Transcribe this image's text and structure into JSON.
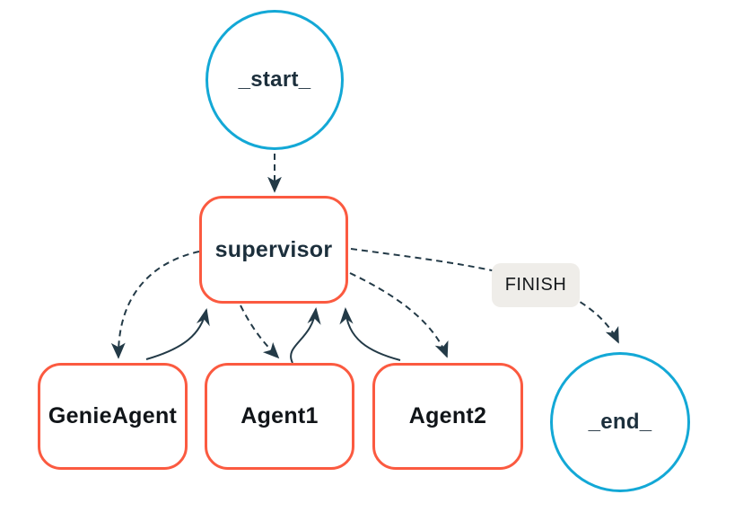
{
  "diagram": {
    "type": "agent-workflow-graph",
    "colors": {
      "background": "#ffffff",
      "circle_node_border": "#13A8D6",
      "rect_node_border": "#FB5A40",
      "edge_stroke": "#233A47",
      "edge_label_background": "#EFEDE9",
      "node_text_dark_navy": "#1C2F3C",
      "agent_text_black": "#101418"
    },
    "nodes": [
      {
        "id": "start",
        "label": "_start_",
        "shape": "circle"
      },
      {
        "id": "supervisor",
        "label": "supervisor",
        "shape": "rounded-rect"
      },
      {
        "id": "genie_agent",
        "label": "GenieAgent",
        "shape": "rounded-rect"
      },
      {
        "id": "agent1",
        "label": "Agent1",
        "shape": "rounded-rect"
      },
      {
        "id": "agent2",
        "label": "Agent2",
        "shape": "rounded-rect"
      },
      {
        "id": "end",
        "label": "_end_",
        "shape": "circle"
      }
    ],
    "edges": [
      {
        "from": "_start_",
        "to": "supervisor",
        "style": "dashed"
      },
      {
        "from": "supervisor",
        "to": "GenieAgent",
        "style": "dashed"
      },
      {
        "from": "GenieAgent",
        "to": "supervisor",
        "style": "solid"
      },
      {
        "from": "supervisor",
        "to": "Agent1",
        "style": "dashed"
      },
      {
        "from": "Agent1",
        "to": "supervisor",
        "style": "solid"
      },
      {
        "from": "supervisor",
        "to": "Agent2",
        "style": "dashed"
      },
      {
        "from": "Agent2",
        "to": "supervisor",
        "style": "solid"
      },
      {
        "from": "supervisor",
        "to": "_end_",
        "style": "dashed",
        "label": "FINISH"
      }
    ],
    "edge_label": {
      "text": "FINISH"
    }
  }
}
